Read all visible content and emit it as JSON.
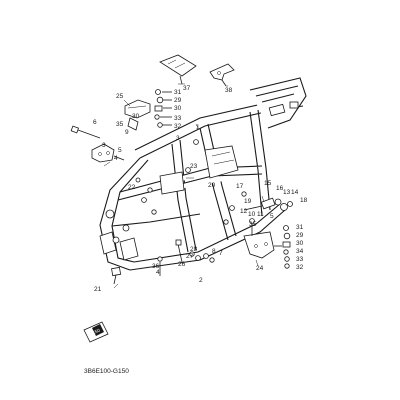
{
  "diagram": {
    "part_code": "3B6E100-G150",
    "badge_text": "150",
    "callouts": [
      "1",
      "2",
      "3",
      "4",
      "5",
      "6",
      "7",
      "8",
      "9",
      "10",
      "11",
      "12",
      "13",
      "14",
      "15",
      "16",
      "17",
      "18",
      "19",
      "20",
      "21",
      "22",
      "23",
      "24",
      "25",
      "26",
      "27",
      "28",
      "29",
      "30",
      "31",
      "32",
      "33",
      "34",
      "35",
      "36",
      "37",
      "38"
    ],
    "colors": {
      "ink": "#1a1a1a",
      "paper": "#ffffff"
    }
  }
}
